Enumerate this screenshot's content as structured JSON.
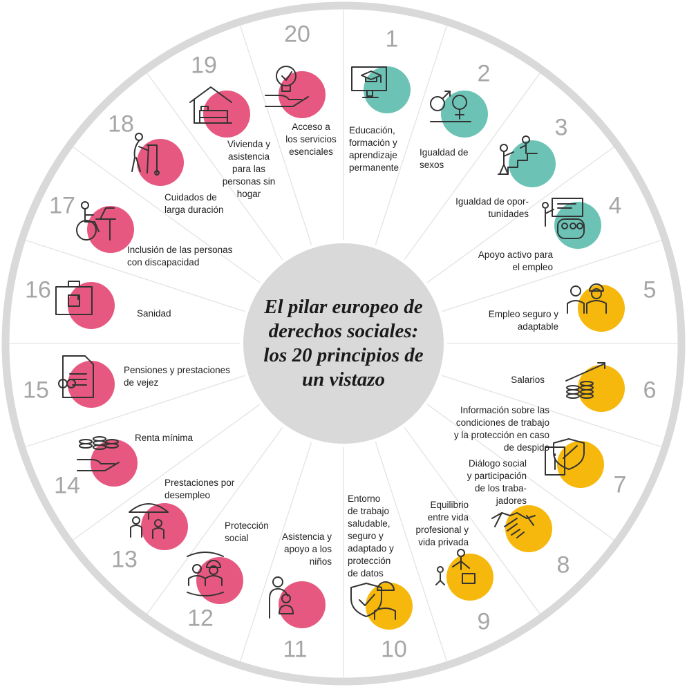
{
  "title": "El pilar europeo de\nderechos sociales:\nlos 20 principios de\nun vistazo",
  "colors": {
    "teal": "#6cc3b5",
    "yellow": "#f6b80c",
    "pink": "#e6587f",
    "ring": "#d9d9d9",
    "center": "#d9d9d9"
  },
  "items": [
    {
      "number": "1",
      "label": "Educación,\nformación y\naprendizaje\npermanente",
      "color": "#6cc3b5",
      "icon": "graduation-screen-icon"
    },
    {
      "number": "2",
      "label": "Igualdad de\nsexos",
      "color": "#6cc3b5",
      "icon": "gender-symbols-icon"
    },
    {
      "number": "3",
      "label": "Igualdad de opor-\ntunidades",
      "color": "#6cc3b5",
      "icon": "helping-up-stairs-icon"
    },
    {
      "number": "4",
      "label": "Apoyo activo para\nel empleo",
      "color": "#6cc3b5",
      "icon": "presentation-group-icon"
    },
    {
      "number": "5",
      "label": "Empleo seguro y\nadaptable",
      "color": "#f6b80c",
      "icon": "workers-icon"
    },
    {
      "number": "6",
      "label": "Salarios",
      "color": "#f6b80c",
      "icon": "coins-growth-icon"
    },
    {
      "number": "7",
      "label": "Información sobre las\ncondiciones de trabajo\ny la protección en caso\nde despido",
      "color": "#f6b80c",
      "icon": "info-shield-icon"
    },
    {
      "number": "8",
      "label": "Diálogo social\ny participación\nde los traba-\njadores",
      "color": "#f6b80c",
      "icon": "handshake-icon"
    },
    {
      "number": "9",
      "label": "Equilibrio\nentre vida\nprofesional y\nvida privada",
      "color": "#f6b80c",
      "icon": "work-life-icon"
    },
    {
      "number": "10",
      "label": "Entorno\nde trabajo\nsaludable,\nseguro y\nadaptado y\nprotección\nde datos",
      "color": "#f6b80c",
      "icon": "shield-worker-icon"
    },
    {
      "number": "11",
      "label": "Asistencia y\napoyo a los\nniños",
      "color": "#e6587f",
      "icon": "parent-child-icon"
    },
    {
      "number": "12",
      "label": "Protección\nsocial",
      "color": "#e6587f",
      "icon": "protected-people-icon"
    },
    {
      "number": "13",
      "label": "Prestaciones por\ndesempleo",
      "color": "#e6587f",
      "icon": "umbrella-people-icon"
    },
    {
      "number": "14",
      "label": "Renta mínima",
      "color": "#e6587f",
      "icon": "hand-coins-icon"
    },
    {
      "number": "15",
      "label": "Pensiones y prestaciones\nde vejez",
      "color": "#e6587f",
      "icon": "pension-document-icon"
    },
    {
      "number": "16",
      "label": "Sanidad",
      "color": "#e6587f",
      "icon": "medical-kit-icon"
    },
    {
      "number": "17",
      "label": "Inclusión de las personas\ncon discapacidad",
      "color": "#e6587f",
      "icon": "wheelchair-desk-icon"
    },
    {
      "number": "18",
      "label": "Cuidados de\nlarga duración",
      "color": "#e6587f",
      "icon": "walker-elderly-icon"
    },
    {
      "number": "19",
      "label": "Vivienda y\nasistencia\npara las\npersonas sin\nhogar",
      "color": "#e6587f",
      "icon": "house-bed-icon"
    },
    {
      "number": "20",
      "label": "Acceso a\nlos servicios\nesenciales",
      "color": "#e6587f",
      "icon": "hand-lightbulb-icon"
    }
  ]
}
